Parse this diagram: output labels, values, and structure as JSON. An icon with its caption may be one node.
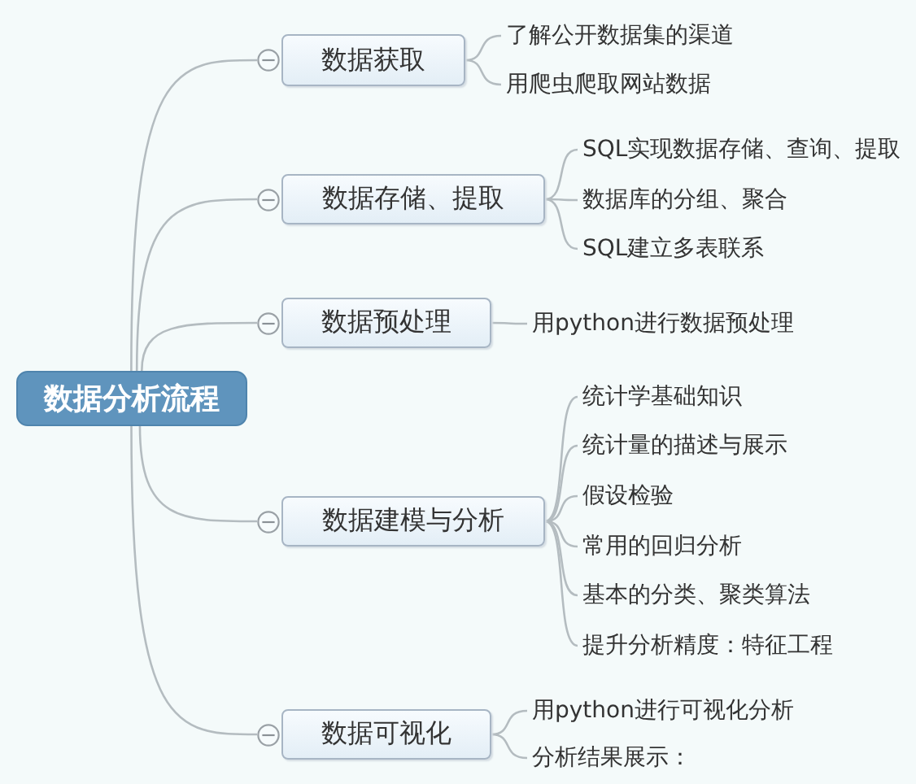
{
  "diagram": {
    "nodes": [
      {
        "text": [
          "数据分析流程"
        ]
      },
      {
        "text": [
          "数据获取"
        ]
      },
      {
        "text": [
          "了解公开数据集的渠道"
        ]
      },
      {
        "text": [
          "用爬虫爬取网站数据"
        ]
      },
      {
        "text": [
          "数据存储、提取"
        ]
      },
      {
        "text": [
          "SQL实现数据存储、查询、提取"
        ]
      },
      {
        "text": [
          "数据库的分组、聚合"
        ]
      },
      {
        "text": [
          "SQL建立多表联系"
        ]
      },
      {
        "text": [
          "数据预处理"
        ]
      },
      {
        "text": [
          "用python进行数据预处理"
        ]
      },
      {
        "text": [
          "数据建模与分析"
        ]
      },
      {
        "text": [
          "统计学基础知识"
        ]
      },
      {
        "text": [
          "统计量的描述与展示"
        ]
      },
      {
        "text": [
          "假设检验"
        ]
      },
      {
        "text": [
          "常用的回归分析"
        ]
      },
      {
        "text": [
          "基本的分类、聚类算法"
        ]
      },
      {
        "text": [
          "提升分析精度：特征工程"
        ]
      },
      {
        "text": [
          "数据可视化"
        ]
      },
      {
        "text": [
          "用python进行可视化分析"
        ]
      },
      {
        "text": [
          "分析结果展示："
        ]
      }
    ],
    "edges": [
      {
        "from": 0,
        "to": 1,
        "arrow": "none"
      },
      {
        "from": 0,
        "to": 4,
        "arrow": "none"
      },
      {
        "from": 0,
        "to": 8,
        "arrow": "none"
      },
      {
        "from": 0,
        "to": 10,
        "arrow": "none"
      },
      {
        "from": 0,
        "to": 17,
        "arrow": "none"
      },
      {
        "from": 1,
        "to": 2,
        "arrow": "none"
      },
      {
        "from": 1,
        "to": 3,
        "arrow": "none"
      },
      {
        "from": 4,
        "to": 5,
        "arrow": "none"
      },
      {
        "from": 4,
        "to": 6,
        "arrow": "none"
      },
      {
        "from": 4,
        "to": 7,
        "arrow": "none"
      },
      {
        "from": 8,
        "to": 9,
        "arrow": "none"
      },
      {
        "from": 10,
        "to": 11,
        "arrow": "none"
      },
      {
        "from": 10,
        "to": 12,
        "arrow": "none"
      },
      {
        "from": 10,
        "to": 13,
        "arrow": "none"
      },
      {
        "from": 10,
        "to": 14,
        "arrow": "none"
      },
      {
        "from": 10,
        "to": 15,
        "arrow": "none"
      },
      {
        "from": 10,
        "to": 16,
        "arrow": "none"
      },
      {
        "from": 17,
        "to": 18,
        "arrow": "none"
      },
      {
        "from": 17,
        "to": 19,
        "arrow": "none"
      }
    ]
  }
}
